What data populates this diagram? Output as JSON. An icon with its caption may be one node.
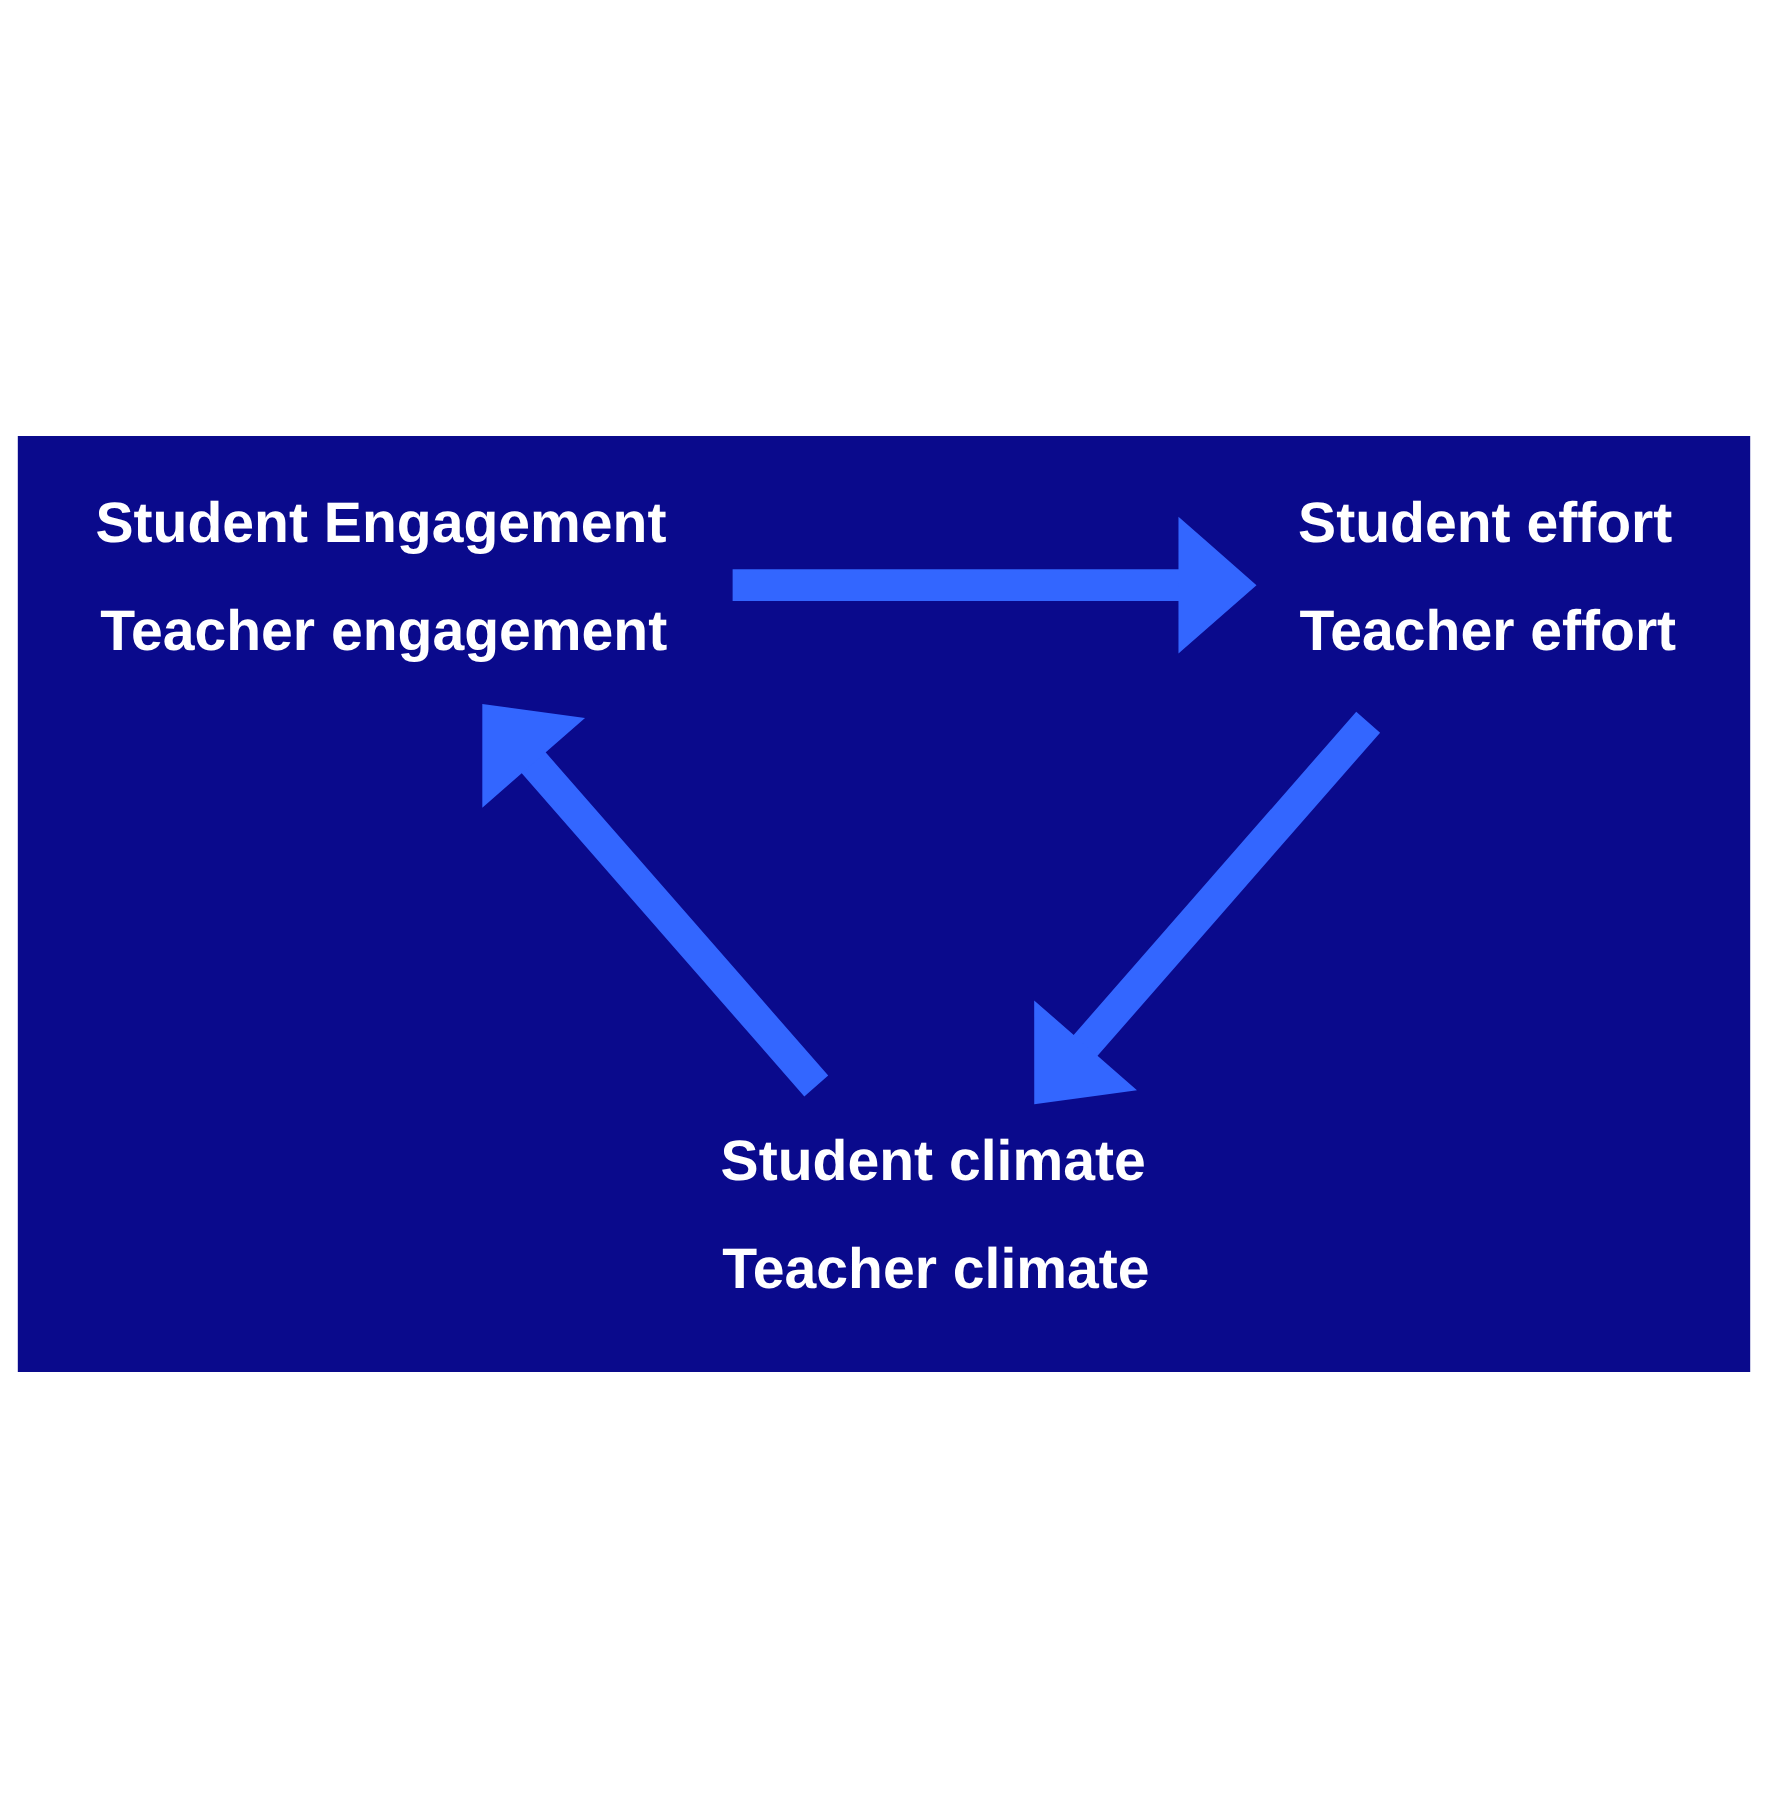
{
  "diagram": {
    "nodes": [
      {
        "text": [
          "Student Engagement",
          "Teacher engagement"
        ]
      },
      {
        "text": [
          "Student effort",
          "Teacher effort"
        ]
      },
      {
        "text": [
          "Student climate",
          "Teacher climate"
        ]
      }
    ],
    "edges": [
      {
        "from": 0,
        "to": 1,
        "arrow": "to"
      },
      {
        "from": 1,
        "to": 2,
        "arrow": "to"
      },
      {
        "from": 2,
        "to": 0,
        "arrow": "to"
      }
    ]
  }
}
